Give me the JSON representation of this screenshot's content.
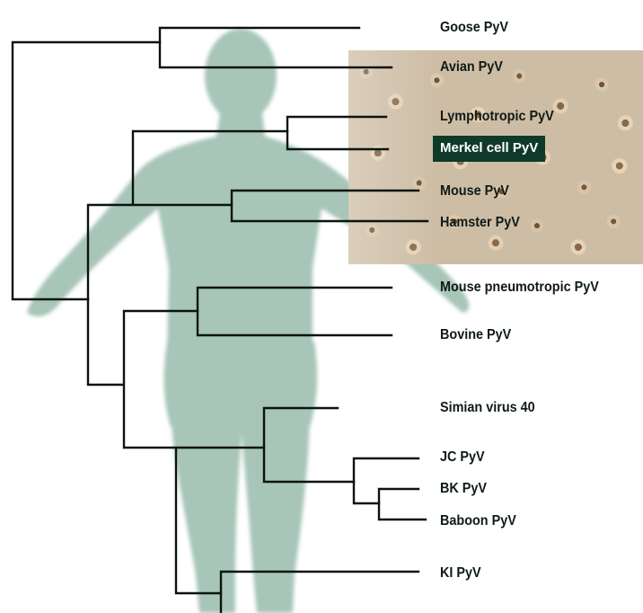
{
  "taxa": [
    {
      "id": "goose",
      "label": "Goose PyV"
    },
    {
      "id": "avian",
      "label": "Avian PyV"
    },
    {
      "id": "lymphotropic",
      "label": "Lymphotropic PyV"
    },
    {
      "id": "merkel",
      "label": "Merkel cell PyV",
      "highlight": true
    },
    {
      "id": "mouse",
      "label": "Mouse PyV"
    },
    {
      "id": "hamster",
      "label": "Hamster PyV"
    },
    {
      "id": "mouse-pneumotropic",
      "label": "Mouse pneumotropic PyV"
    },
    {
      "id": "bovine",
      "label": "Bovine PyV"
    },
    {
      "id": "sv40",
      "label": "Simian virus 40"
    },
    {
      "id": "jc",
      "label": "JC PyV"
    },
    {
      "id": "bk",
      "label": "BK PyV"
    },
    {
      "id": "baboon",
      "label": "Baboon PyV"
    },
    {
      "id": "ki",
      "label": "KI PyV"
    }
  ],
  "colors": {
    "branch": "#0b1410",
    "silhouette": "#a7c5b8",
    "highlight_bg": "#0f3a2a",
    "highlight_text": "#ffffff"
  }
}
